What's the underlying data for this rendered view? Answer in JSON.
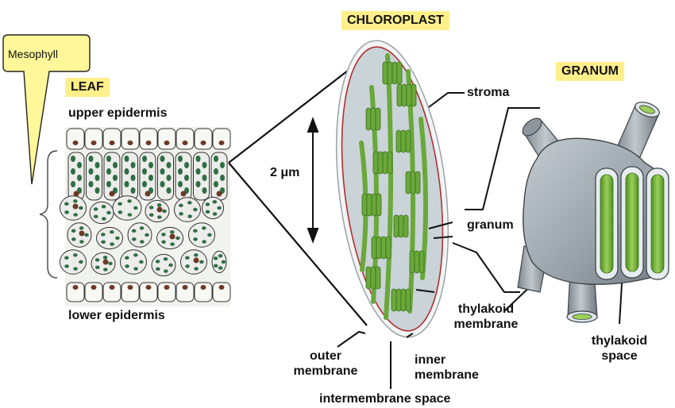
{
  "callout": {
    "text": "Mesophyll",
    "color": "#fff799"
  },
  "titles": {
    "leaf": "LEAF",
    "chloroplast": "CHLOROPLAST",
    "granum": "GRANUM"
  },
  "labels": {
    "upper_epidermis": "upper epidermis",
    "lower_epidermis": "lower epidermis",
    "scale": "2 μm",
    "stroma": "stroma",
    "granum": "granum",
    "thylakoid_membrane_1": "thylakoid",
    "thylakoid_membrane_2": "membrane",
    "thylakoid_space_1": "thylakoid",
    "thylakoid_space_2": "space",
    "outer_membrane_1": "outer",
    "outer_membrane_2": "membrane",
    "inner_membrane_1": "inner",
    "inner_membrane_2": "membrane",
    "intermembrane_space": "intermembrane space"
  },
  "colors": {
    "title_highlight": "#ffef8a",
    "chloroplast_green": "#6aa83a",
    "stroma_fill": "#c9d3d8",
    "outer_membrane": "#b03030",
    "granum_gray": "#9aa4ab",
    "nucleus": "#6b3a24"
  },
  "icons": [
    "brace-icon",
    "scale-arrow-icon"
  ]
}
